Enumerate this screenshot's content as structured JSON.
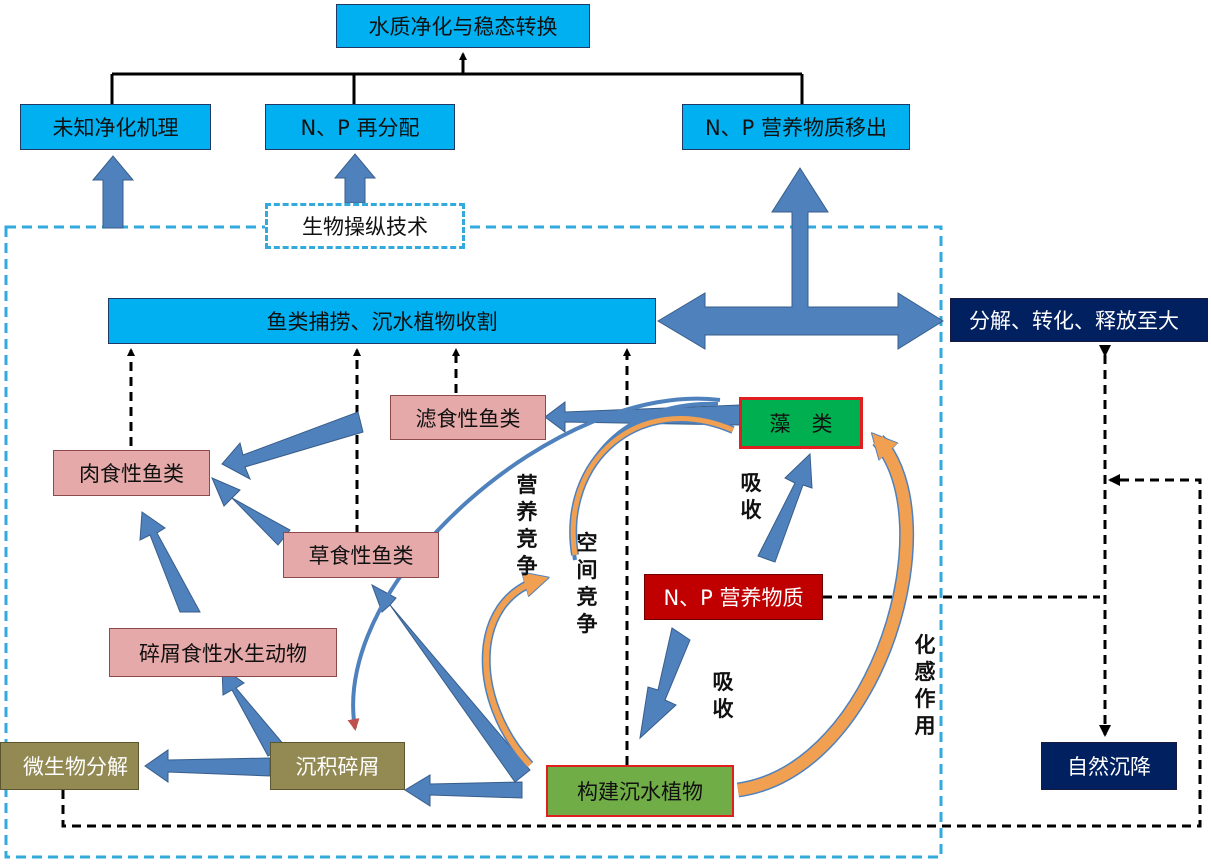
{
  "nodes": {
    "top_goal": "水质净化与稳态转换",
    "unknown_mechanism": "未知净化机理",
    "np_redistribution": "N、P 再分配",
    "np_removal": "N、P 营养物质移出",
    "bio_manipulation": "生物操纵技术",
    "harvest": "鱼类捕捞、沉水植物收割",
    "decompose_release": "分解、转化、释放至大",
    "filter_fish": "滤食性鱼类",
    "algae": "藻　类",
    "carnivorous_fish": "肉食性鱼类",
    "herbivorous_fish": "草食性鱼类",
    "np_nutrients": "N、P 营养物质",
    "detritivore": "碎屑食性水生动物",
    "microbial_decomp": "微生物分解",
    "sediment_detritus": "沉积碎屑",
    "submerged_plants": "构建沉水植物",
    "natural_settling": "自然沉降"
  },
  "labels": {
    "nutrient_competition": "营养竞争",
    "space_competition": "空间竞争",
    "absorb_upper": "吸收",
    "absorb_lower": "吸收",
    "allelopathy": "化感作用"
  },
  "colors": {
    "node_cyan": "#00b0f0",
    "node_navy": "#002060",
    "node_pink": "#e6a9a9",
    "node_olive": "#938953",
    "node_green": "#70ad47",
    "node_red": "#c00000",
    "arrow_blue": "#4f81bd",
    "arrow_orange": "#f0a050",
    "dashed_frame": "#33aadd"
  }
}
